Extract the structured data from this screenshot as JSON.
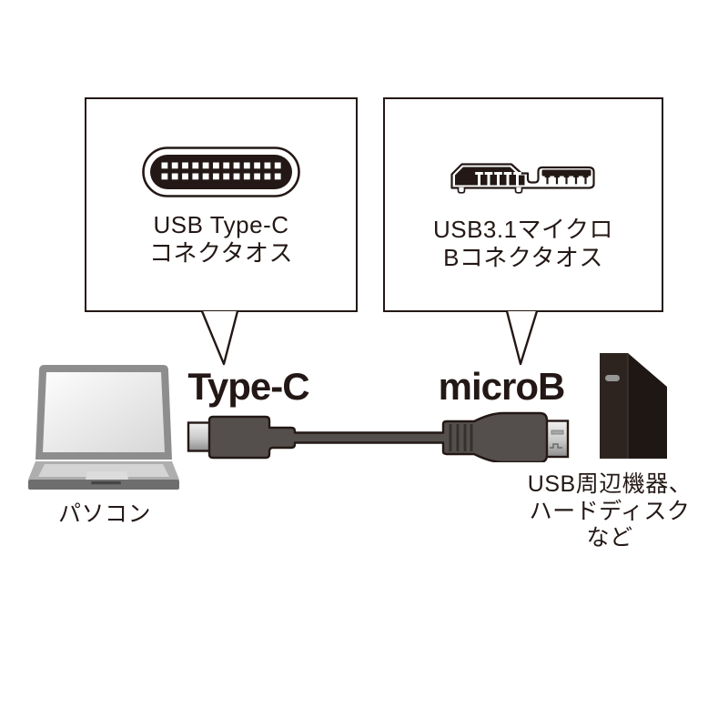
{
  "page": {
    "background": "#ffffff"
  },
  "callouts": {
    "type_c": {
      "line1": "USB Type-C",
      "line2": "コネクタオス",
      "icon": "usb-type-c-port-icon"
    },
    "micro_b": {
      "line1": "USB3.1マイクロ",
      "line2": "Bコネクタオス",
      "icon": "usb3-micro-b-port-icon"
    }
  },
  "cable": {
    "left_connector_label": "Type-C",
    "right_connector_label": "microB"
  },
  "devices": {
    "computer": {
      "label": "パソコン",
      "icon": "laptop-icon"
    },
    "peripheral": {
      "label_lines": [
        "USB周辺機器、",
        "ハードディスク",
        "など"
      ],
      "icon": "external-hdd-icon"
    }
  },
  "colors": {
    "outline": "#231815",
    "cable_body": "#544f4d",
    "metal_gray": "#c9c9c9",
    "laptop_lid": "#8d8d8d",
    "hdd_body": "#241b17"
  }
}
